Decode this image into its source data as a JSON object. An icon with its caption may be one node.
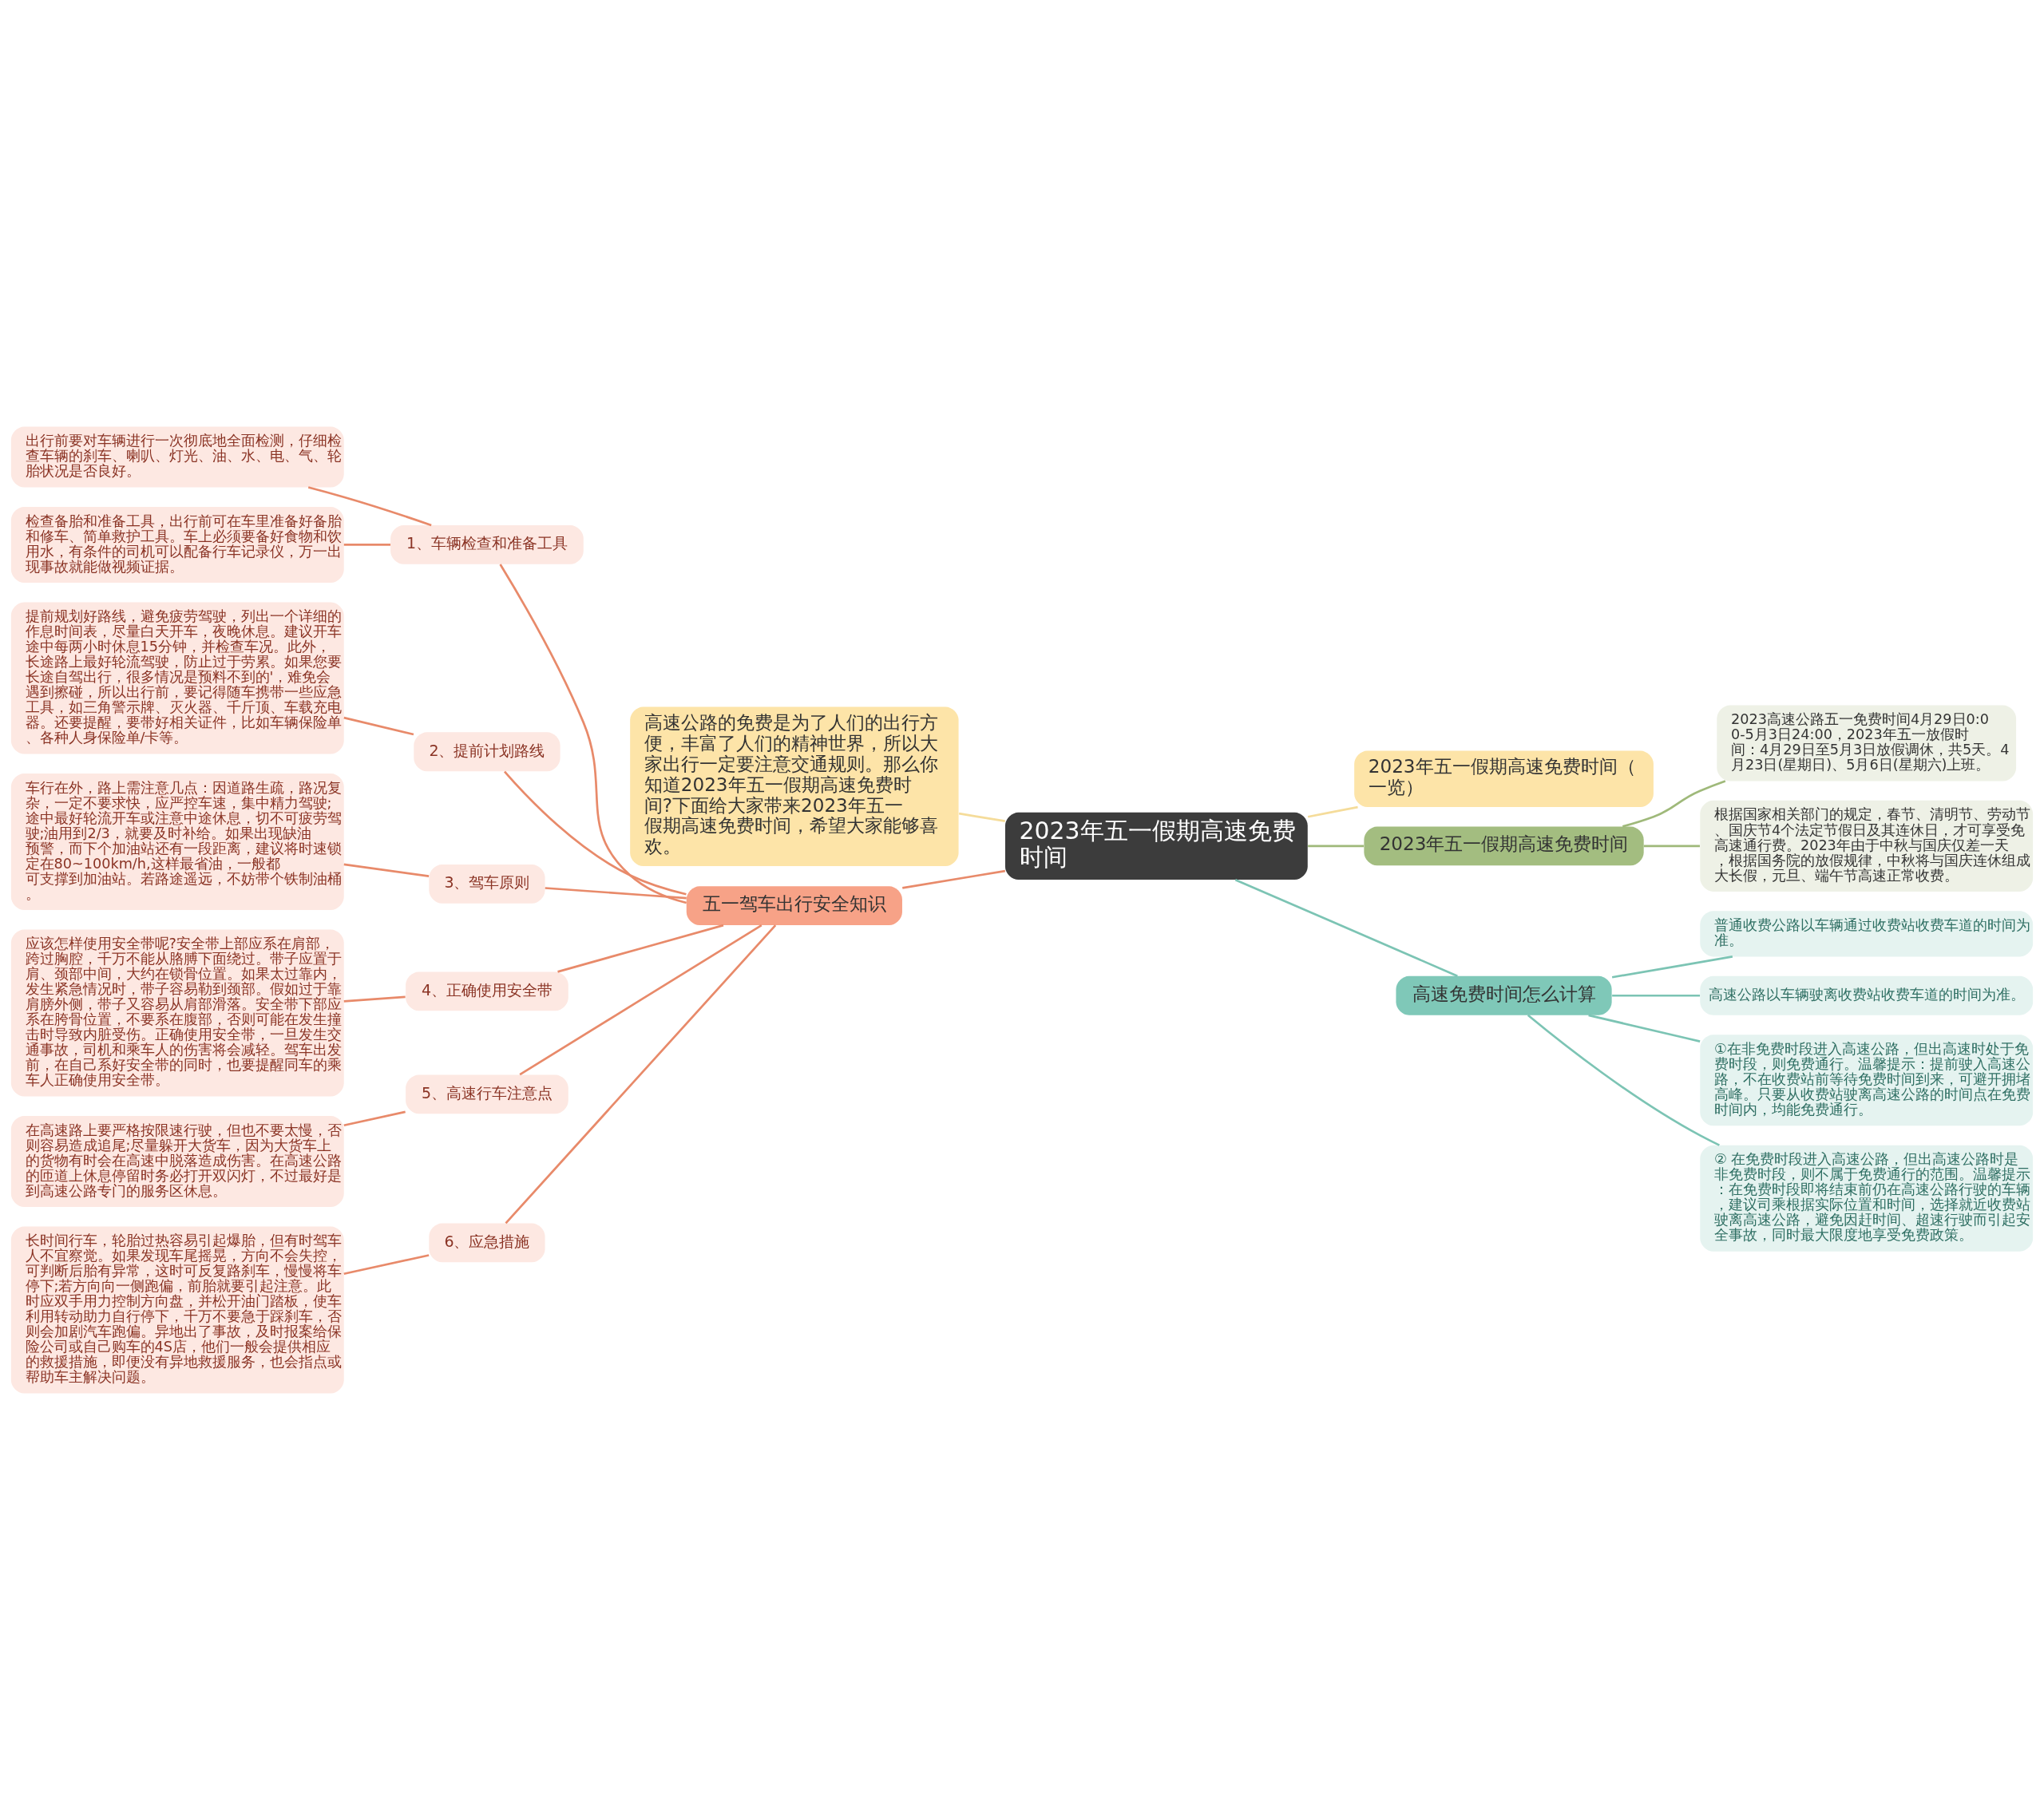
{
  "diagram": {
    "nodes": [
      {
        "text": [
          "2023年五一假期高速免费时间"
        ]
      },
      {
        "text": [
          "2023年五一假期高速免费时间（一览）"
        ]
      },
      {
        "text": [
          "2023年五一假期高速免费时间"
        ]
      },
      {
        "text": [
          "2023高速公路五一免费时间4月29日0:00-5月3日24:00，2023年五一放假时间：4月29日至5月3日放假调休，共5天。4月23日(星期日)、5月6日(星期六)上班。"
        ]
      },
      {
        "text": [
          "根据国家相关部门的规定，春节、清明节、劳动节、国庆节4个法定节假日及其连休日，才可享受免高速通行费。2023年由于中秋与国庆仅差一天，根据国务院的放假规律，中秋将与国庆连休组成大长假，元旦、端午节高速正常收费。"
        ]
      },
      {
        "text": [
          "高速免费时间怎么计算"
        ]
      },
      {
        "text": [
          "普通收费公路以车辆通过收费站收费车道的时间为准。"
        ]
      },
      {
        "text": [
          "高速公路以车辆驶离收费站收费车道的时间为准。"
        ]
      },
      {
        "text": [
          "①在非免费时段进入高速公路，但出高速时处于免费时段，则免费通行。温馨提示：提前驶入高速公路，不在收费站前等待免费时间到来，可避开拥堵高峰。只要从收费站驶离高速公路的时间点在免费时间内，均能免费通行。"
        ]
      },
      {
        "text": [
          "② 在免费时段进入高速公路，但出高速公路时是非免费时段，则不属于免费通行的范围。温馨提示：在免费时段即将结束前仍在高速公路行驶的车辆，建议司乘根据实际位置和时间，选择就近收费站驶离高速公路，避免因赶时间、超速行驶而引起安全事故，同时最大限度地享受免费政策。"
        ]
      },
      {
        "text": [
          "高速公路的免费是为了人们的出行方便，丰富了人们的精神世界，所以大家出行一定要注意交通规则。那么你知道2023年五一假期高速免费时间?下面给大家带来2023年五一假期高速免费时间，希望大家能够喜欢。"
        ]
      },
      {
        "text": [
          "五一驾车出行安全知识"
        ]
      },
      {
        "text": [
          "1、车辆检查和准备工具"
        ]
      },
      {
        "text": [
          "出行前要对车辆进行一次彻底地全面检测，仔细检查车辆的刹车、喇叭、灯光、油、水、电、气、轮胎状况是否良好。"
        ]
      },
      {
        "text": [
          "检查备胎和准备工具，出行前可在车里准备好备胎和修车、简单救护工具。车上必须要备好食物和饮用水，有条件的司机可以配备行车记录仪，万一出现事故就能做视频证据。"
        ]
      },
      {
        "text": [
          "2、提前计划路线"
        ]
      },
      {
        "text": [
          "提前规划好路线，避免疲劳驾驶，列出一个详细的作息时间表，尽量白天开车，夜晚休息。建议开车途中每两小时休息15分钟，并检查车况。此外，长途路上最好轮流驾驶，防止过于劳累。如果您要长途自驾出行，很多情况是预料不到的'，难免会遇到擦碰，所以出行前，要记得随车携带一些应急工具，如三角警示牌、灭火器、千斤顶、车载充电器。还要提醒，要带好相关证件，比如车辆保险单、各种人身保险单/卡等。"
        ]
      },
      {
        "text": [
          "3、驾车原则"
        ]
      },
      {
        "text": [
          "车行在外，路上需注意几点：因道路生疏，路况复杂，一定不要求快，应严控车速，集中精力驾驶;途中最好轮流开车或注意中途休息，切不可疲劳驾驶;油用到2/3，就要及时补给。如果出现缺油预警，而下个加油站还有一段距离，建议将时速锁定在80~100km/h,这样最省油，一般都可支撑到加油站。若路途遥远，不妨带个铁制油桶。"
        ]
      },
      {
        "text": [
          "4、正确使用安全带"
        ]
      },
      {
        "text": [
          "应该怎样使用安全带呢?安全带上部应系在肩部，跨过胸腔，千万不能从胳膊下面绕过。带子应置于肩、颈部中间，大约在锁骨位置。如果太过靠内，发生紧急情况时，带子容易勒到颈部。假如过于靠肩膀外侧，带子又容易从肩部滑落。安全带下部应系在胯骨位置，不要系在腹部，否则可能在发生撞击时导致内脏受伤。正确使用安全带，一旦发生交通事故，司机和乘车人的伤害将会减轻。驾车出发前，在自己系好安全带的同时，也要提醒同车的乘车人正确使用安全带。"
        ]
      },
      {
        "text": [
          "5、高速行车注意点"
        ]
      },
      {
        "text": [
          "在高速路上要严格按限速行驶，但也不要太慢，否则容易造成追尾;尽量躲开大货车，因为大货车上的货物有时会在高速中脱落造成伤害。在高速公路的匝道上休息停留时务必打开双闪灯，不过最好是到高速公路专门的服务区休息。"
        ]
      },
      {
        "text": [
          "6、应急措施"
        ]
      },
      {
        "text": [
          "长时间行车，轮胎过热容易引起爆胎，但有时驾车人不宜察觉。如果发现车尾摇晃，方向不会失控，可判断后胎有异常，这时可反复路刹车，慢慢将车停下;若方向向一侧跑偏，前胎就要引起注意。此时应双手用力控制方向盘，并松开油门踏板，使车利用转动助力自行停下，千万不要急于踩刹车，否则会加剧汽车跑偏。异地出了事故，及时报案给保险公司或自己购车的4S店，他们一般会提供相应的救援措施，即便没有异地救援服务，也会指点或帮助车主解决问题。"
        ]
      }
    ],
    "edges": [
      {
        "from": 0,
        "to": 1,
        "arrow": "none",
        "color": "#f5dc9a"
      },
      {
        "from": 0,
        "to": 2,
        "arrow": "none",
        "color": "#9fb97a"
      },
      {
        "from": 2,
        "to": 3,
        "arrow": "none",
        "color": "#9fb97a"
      },
      {
        "from": 2,
        "to": 4,
        "arrow": "none",
        "color": "#9fb97a"
      },
      {
        "from": 0,
        "to": 5,
        "arrow": "none",
        "color": "#7cc4b4"
      },
      {
        "from": 5,
        "to": 6,
        "arrow": "none",
        "color": "#7cc4b4"
      },
      {
        "from": 5,
        "to": 7,
        "arrow": "none",
        "color": "#7cc4b4"
      },
      {
        "from": 5,
        "to": 8,
        "arrow": "none",
        "color": "#7cc4b4"
      },
      {
        "from": 5,
        "to": 9,
        "arrow": "none",
        "color": "#7cc4b4"
      },
      {
        "from": 0,
        "to": 10,
        "arrow": "none",
        "color": "#f5dc9a"
      },
      {
        "from": 0,
        "to": 11,
        "arrow": "none"
      },
      {
        "from": 11,
        "to": 12,
        "arrow": "none"
      },
      {
        "from": 12,
        "to": 13,
        "arrow": "none"
      },
      {
        "from": 12,
        "to": 14,
        "arrow": "none"
      },
      {
        "from": 11,
        "to": 15,
        "arrow": "none"
      },
      {
        "from": 15,
        "to": 16,
        "arrow": "none"
      },
      {
        "from": 11,
        "to": 17,
        "arrow": "none"
      },
      {
        "from": 17,
        "to": 18,
        "arrow": "none"
      },
      {
        "from": 11,
        "to": 19,
        "arrow": "none"
      },
      {
        "from": 19,
        "to": 20,
        "arrow": "none"
      },
      {
        "from": 11,
        "to": 21,
        "arrow": "none"
      },
      {
        "from": 21,
        "to": 22,
        "arrow": "none"
      },
      {
        "from": 11,
        "to": 23,
        "arrow": "none"
      },
      {
        "from": 23,
        "to": 24,
        "arrow": "none"
      }
    ]
  }
}
